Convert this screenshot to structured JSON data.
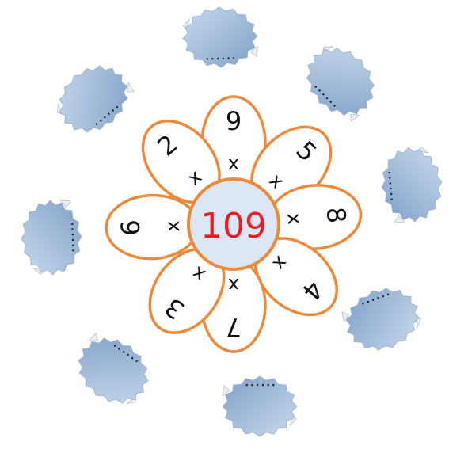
{
  "center": {
    "number": "109",
    "fill": "#dbe7f4",
    "stroke": "#ec8a3c",
    "text_color": "#ec1c24"
  },
  "petal_style": {
    "fill": "#ffffff",
    "stroke": "#ec8a3c",
    "text_color": "#111111"
  },
  "seal_style": {
    "fill_light": "#c9dbed",
    "fill_dark": "#7f9fc7",
    "curl_color": "#eceef2",
    "dots_color": "#111111"
  },
  "petals": [
    {
      "number": "9",
      "operator": "x",
      "answer": "......"
    },
    {
      "number": "5",
      "operator": "x",
      "answer": "......"
    },
    {
      "number": "8",
      "operator": "x",
      "answer": "......"
    },
    {
      "number": "4",
      "operator": "x",
      "answer": "......"
    },
    {
      "number": "7",
      "operator": "x",
      "answer": "......"
    },
    {
      "number": "3",
      "operator": "x",
      "answer": "......"
    },
    {
      "number": "6",
      "operator": "x",
      "answer": "......"
    },
    {
      "number": "2",
      "operator": "x",
      "answer": "......"
    }
  ]
}
